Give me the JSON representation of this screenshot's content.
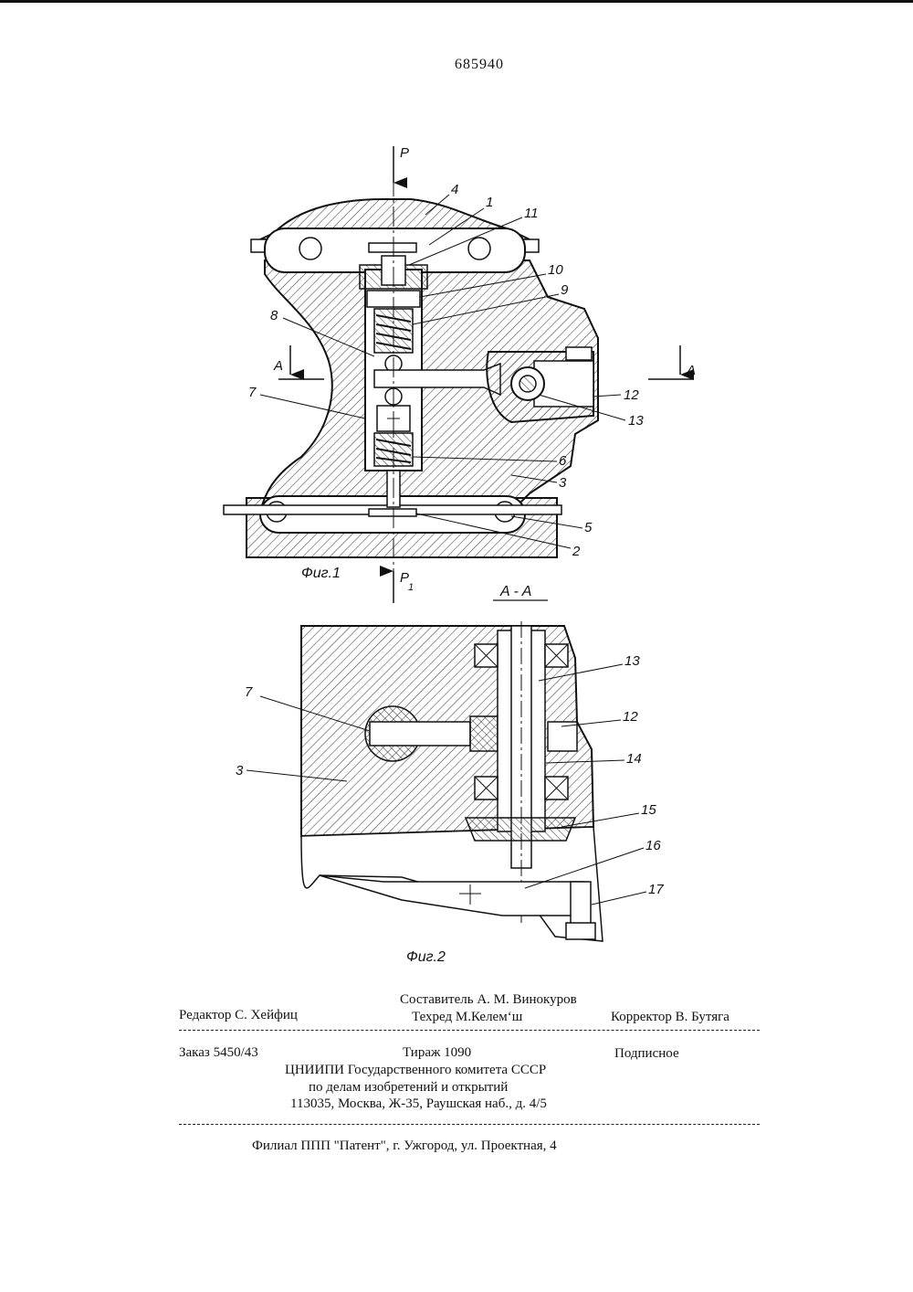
{
  "header": {
    "page_number": "685940"
  },
  "figure1": {
    "caption": "Фиг.1",
    "force_top": "P",
    "force_bottom": "P",
    "force_bottom_sub": "1",
    "section_mark": "A",
    "labels": [
      "4",
      "1",
      "11",
      "10",
      "9",
      "8",
      "7",
      "12",
      "13",
      "6",
      "3",
      "5",
      "2"
    ]
  },
  "figure2": {
    "caption": "Фиг.2",
    "section_title": "A - A",
    "labels": [
      "13",
      "7",
      "12",
      "14",
      "3",
      "15",
      "16",
      "17"
    ]
  },
  "footer": {
    "compiler": "Составитель А. М. Винокуров",
    "editor": "Редактор С. Хейфиц",
    "techred": "Техред М.Келемʻш",
    "corrector": "Корректор В. Бутяга",
    "order": "Заказ 5450/43",
    "circulation": "Тираж 1090",
    "subscription": "Подписное",
    "org_line1": "ЦНИИПИ Государственного комитета СССР",
    "org_line2": "по делам изобретений и открытий",
    "org_line3": "113035, Москва, Ж-35, Раушская наб., д. 4/5",
    "branch": "Филиал ППП \"Патент\", г. Ужгород, ул. Проектная, 4"
  }
}
